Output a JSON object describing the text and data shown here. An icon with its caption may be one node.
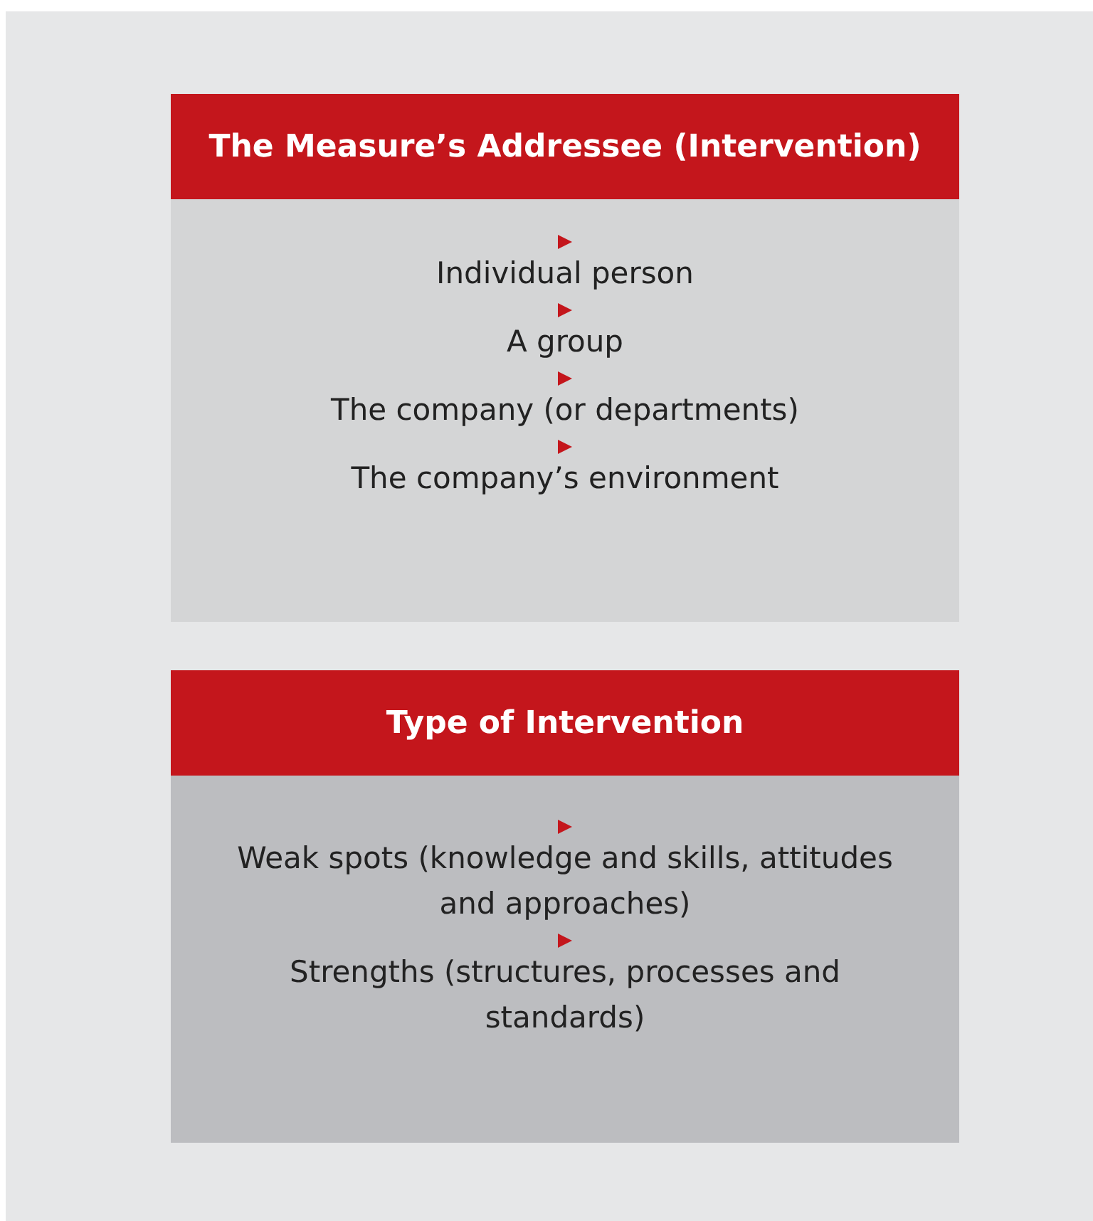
{
  "diagram": {
    "nodes": [
      {
        "text": [
          "The Measure’s Addressee (Intervention)",
          "Individual person",
          "A group",
          "The company (or departments)",
          "The company’s environment"
        ]
      },
      {
        "text": [
          "Type of Intervention",
          "Weak spots (knowledge and skills, attitudes and approaches)",
          "Strengths (structures, processes and standards)"
        ]
      }
    ]
  }
}
